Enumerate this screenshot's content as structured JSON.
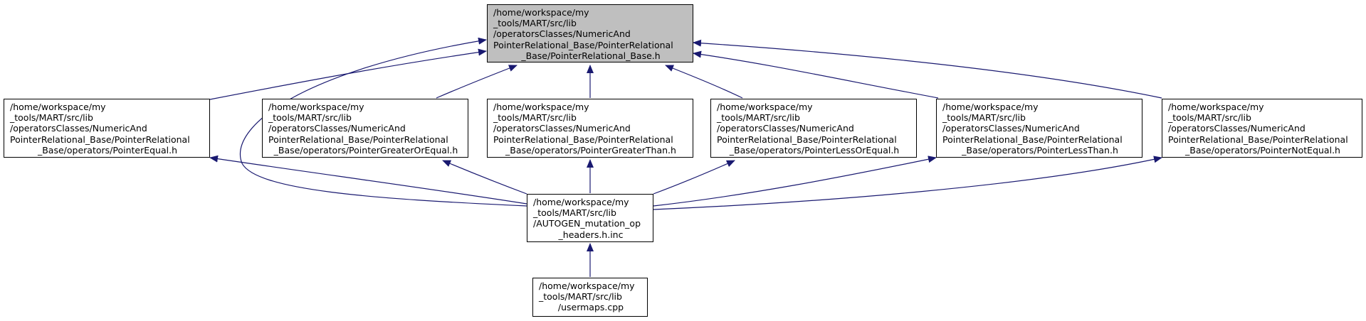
{
  "colors": {
    "edge": "#191970",
    "focus_fill": "#bfbfbf",
    "node_border": "#000000"
  },
  "nodes": {
    "root": {
      "lines": [
        "/home/workspace/my",
        "_tools/MART/src/lib",
        "/operatorsClasses/NumericAnd",
        "PointerRelational_Base/PointerRelational",
        "_Base/PointerRelational_Base.h"
      ]
    },
    "equal": {
      "lines": [
        "/home/workspace/my",
        "_tools/MART/src/lib",
        "/operatorsClasses/NumericAnd",
        "PointerRelational_Base/PointerRelational",
        "_Base/operators/PointerEqual.h"
      ]
    },
    "geq": {
      "lines": [
        "/home/workspace/my",
        "_tools/MART/src/lib",
        "/operatorsClasses/NumericAnd",
        "PointerRelational_Base/PointerRelational",
        "_Base/operators/PointerGreaterOrEqual.h"
      ]
    },
    "gt": {
      "lines": [
        "/home/workspace/my",
        "_tools/MART/src/lib",
        "/operatorsClasses/NumericAnd",
        "PointerRelational_Base/PointerRelational",
        "_Base/operators/PointerGreaterThan.h"
      ]
    },
    "leq": {
      "lines": [
        "/home/workspace/my",
        "_tools/MART/src/lib",
        "/operatorsClasses/NumericAnd",
        "PointerRelational_Base/PointerRelational",
        "_Base/operators/PointerLessOrEqual.h"
      ]
    },
    "lt": {
      "lines": [
        "/home/workspace/my",
        "_tools/MART/src/lib",
        "/operatorsClasses/NumericAnd",
        "PointerRelational_Base/PointerRelational",
        "_Base/operators/PointerLessThan.h"
      ]
    },
    "neq": {
      "lines": [
        "/home/workspace/my",
        "_tools/MART/src/lib",
        "/operatorsClasses/NumericAnd",
        "PointerRelational_Base/PointerRelational",
        "_Base/operators/PointerNotEqual.h"
      ]
    },
    "autogen": {
      "lines": [
        "/home/workspace/my",
        "_tools/MART/src/lib",
        "/AUTOGEN_mutation_op",
        "_headers.h.inc"
      ]
    },
    "usermaps": {
      "lines": [
        "/home/workspace/my",
        "_tools/MART/src/lib",
        "/usermaps.cpp"
      ]
    }
  }
}
